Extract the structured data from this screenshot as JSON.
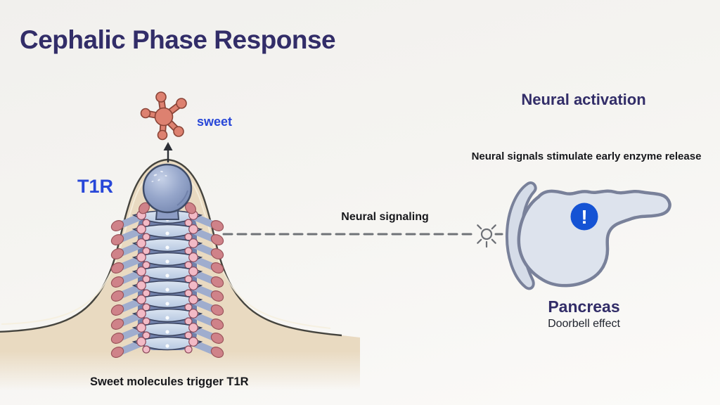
{
  "title": "Cephalic Phase Response",
  "receptor_section": {
    "molecule_label": "sweet",
    "receptor_label": "T1R",
    "caption": "Sweet molecules trigger T1R"
  },
  "connection": {
    "label": "Neural signaling"
  },
  "pancreas_section": {
    "heading": "Neural activation",
    "description": "Neural signals stimulate early enzyme release",
    "organ_label": "Pancreas",
    "effect_label": "Doorbell effect",
    "alert_symbol": "!"
  },
  "icons": {
    "sweet_molecule": "splat-molecule",
    "up_arrow": "arrow-up",
    "signal_spark": "starburst",
    "alert": "exclamation-circle"
  },
  "colors": {
    "title_ink": "#322d68",
    "label_blue": "#2847d8",
    "body_text": "#17181c",
    "molecule_salmon": "#dd8170",
    "molecule_outline": "#8a4437",
    "mound_tan": "#e9dac1",
    "cell_blue": "#cfdcee",
    "cell_column_blue": "#7181ab",
    "sphere_blue": "#8c9cc4",
    "bead_pink": "#f2bac6",
    "fuzz_rose": "#cf8289",
    "pancreas_fill": "#dde3ed",
    "pancreas_outline": "#79819a",
    "alert_blue": "#1553d4",
    "dash_gray": "#6f7277"
  }
}
